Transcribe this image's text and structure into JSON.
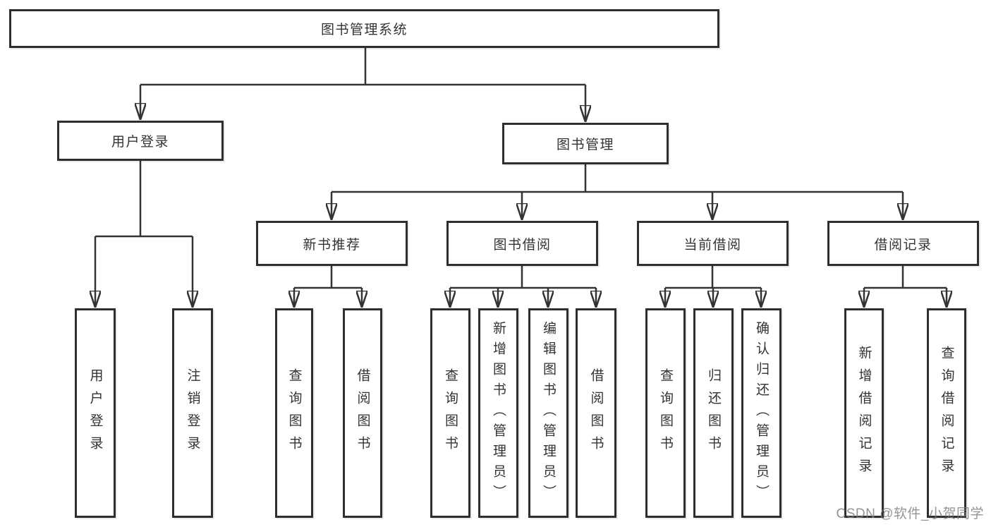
{
  "nodes": {
    "root": "图书管理系统",
    "user_login": "用户登录",
    "book_mgmt": "图书管理",
    "new_book_rec": "新书推荐",
    "book_borrow": "图书借阅",
    "current_borrow": "当前借阅",
    "borrow_record": "借阅记录",
    "leaf_user_login": "用户登录",
    "leaf_logout": "注销登录",
    "leaf_rec_query_book": "查询图书",
    "leaf_rec_borrow_book": "借阅图书",
    "leaf_bb_query_book": "查询图书",
    "leaf_bb_add_book": "新增图书（管理员）",
    "leaf_bb_edit_book": "编辑图书（管理员）",
    "leaf_bb_borrow_book": "借阅图书",
    "leaf_cb_query_book": "查询图书",
    "leaf_cb_return_book": "归还图书",
    "leaf_cb_confirm_return": "确认归还（管理员）",
    "leaf_br_add_record": "新增借阅记录",
    "leaf_br_query_record": "查询借阅记录"
  },
  "colors": {
    "line": "#333333",
    "border": "#2e2e2e",
    "text": "#333333",
    "background": "#ffffff",
    "watermark": "#7d7d7d"
  },
  "watermark": "CSDN @软件_小贺同学"
}
